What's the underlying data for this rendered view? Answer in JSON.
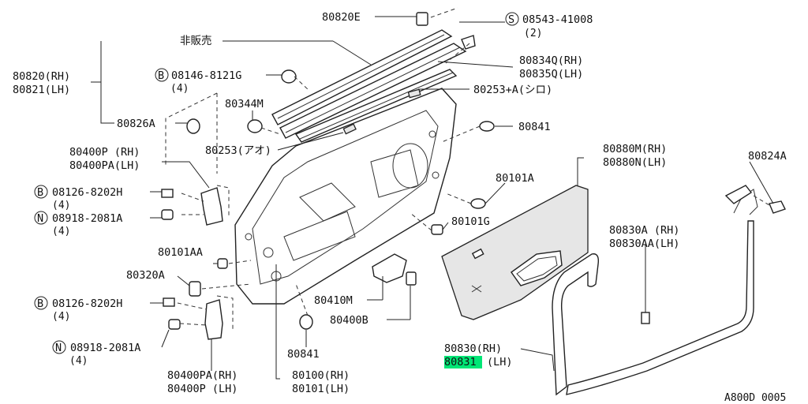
{
  "callouts": {
    "p80820E": "80820E",
    "p08543": "08543-41008",
    "p08543_qty": "(2)",
    "s_symbol": "S",
    "b_symbol": "B",
    "n_symbol": "N",
    "not_for_sale": "非販売",
    "p80820_rh": "80820(RH)",
    "p80821_lh": "80821(LH)",
    "p08146": "08146-8121G",
    "p08146_qty": "(4)",
    "p80834q": "80834Q(RH)",
    "p80835q": "80835Q(LH)",
    "p80344m": "80344M",
    "p80253a_white": "80253+A(シロ)",
    "p80826a": "80826A",
    "p80841_top": "80841",
    "p80253_blue": "80253(アオ)",
    "p80400p_rh": "80400P (RH)",
    "p80400pa_lh": "80400PA(LH)",
    "p80880m": "80880M(RH)",
    "p80880n": "80880N(LH)",
    "p80824a": "80824A",
    "p08126_top": "08126-8202H",
    "p08126_top_qty": "(4)",
    "p80101a": "80101A",
    "p08918_top": "08918-2081A",
    "p08918_top_qty": "(4)",
    "p80101g": "80101G",
    "p80830a": "80830A (RH)",
    "p80830aa": "80830AA(LH)",
    "p80101aa": "80101AA",
    "p80320a": "80320A",
    "p80410m": "80410M",
    "p08126_bot": "08126-8202H",
    "p08126_bot_qty": "(4)",
    "p80400b": "80400B",
    "p80841_bot": "80841",
    "p08918_bot": "08918-2081A",
    "p08918_bot_qty": "(4)",
    "p80830_rh": "80830(RH)",
    "p80831": "80831",
    "p80831_side": "(LH)",
    "p80400pa_rh": "80400PA(RH)",
    "p80400p_lh": "80400P (LH)",
    "p80100_rh": "80100(RH)",
    "p80101_lh": "80101(LH)",
    "diagram_code": "A800D 0005"
  },
  "colors": {
    "highlight": "#00e676",
    "ink": "#222222",
    "background": "#ffffff"
  }
}
